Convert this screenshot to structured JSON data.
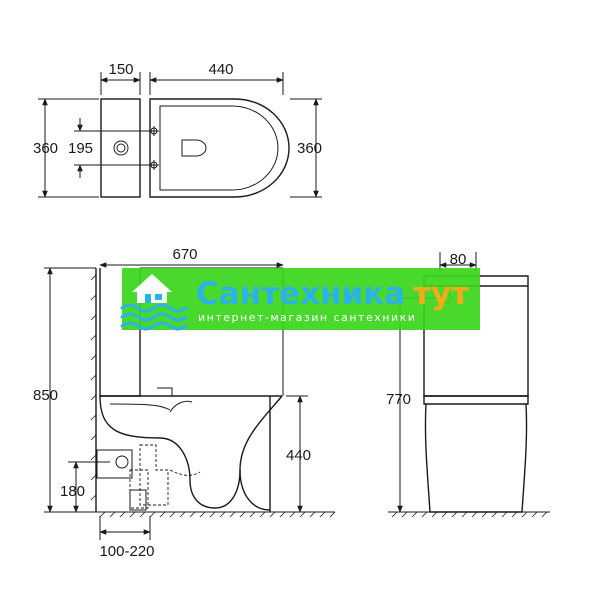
{
  "dimensions": {
    "tank_width": "150",
    "bowl_length": "440",
    "height_left": "360",
    "hole_spacing": "195",
    "height_right": "360",
    "total_length": "670",
    "side_tank_width": "80",
    "total_height": "850",
    "seat_height": "440",
    "side_height": "770",
    "outlet_height": "180",
    "outlet_offset": "100-220"
  },
  "watermark": {
    "brand": "Сантехника",
    "brand_accent": "тут",
    "tagline": "интернет-магазин сантехники",
    "bg_color": "#3ad61a",
    "brand_color": "#2bb3e8",
    "accent_color": "#f7a81b"
  }
}
